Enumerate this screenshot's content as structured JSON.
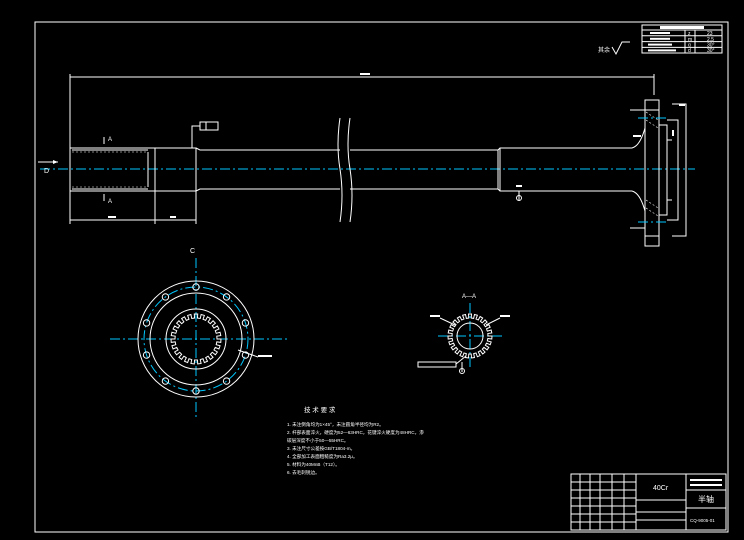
{
  "view_labels": {
    "direction_view": "C",
    "view_arrow": "D",
    "section_view": "A—A",
    "section_mark_left_top": "A",
    "section_mark_left_bottom": "A"
  },
  "spline_table": {
    "rows": [
      {
        "c1": "",
        "c2": "z",
        "c3": "23"
      },
      {
        "c1": "",
        "c2": "m",
        "c3": "2.5"
      },
      {
        "c1": "",
        "c2": "α",
        "c3": "30°"
      },
      {
        "c1": "",
        "c2": "d",
        "c3": "30°"
      }
    ]
  },
  "roughness_note": "其余",
  "technical_requirements": {
    "title": "技 术 要 求",
    "items": [
      "1. 未注倒角均为1×45°，未注圆角半径均为R2。",
      "2. 杆部表面淬火，硬度为52—63HRC，花键淬火硬度为48HRC，渗",
      "   碳层深度不小于50—55HRC。",
      "3. 未注尺寸公差按GB/T1804-m。",
      "4. 全部加工表面粗糙度为Ra3.2μ。",
      "5. 材料为40MnB（T12）。",
      "6. 去毛刺锐边。"
    ]
  },
  "title_block": {
    "material": "40Cr",
    "part_name": "半轴",
    "drawing_number": "CQ-9005-01"
  }
}
